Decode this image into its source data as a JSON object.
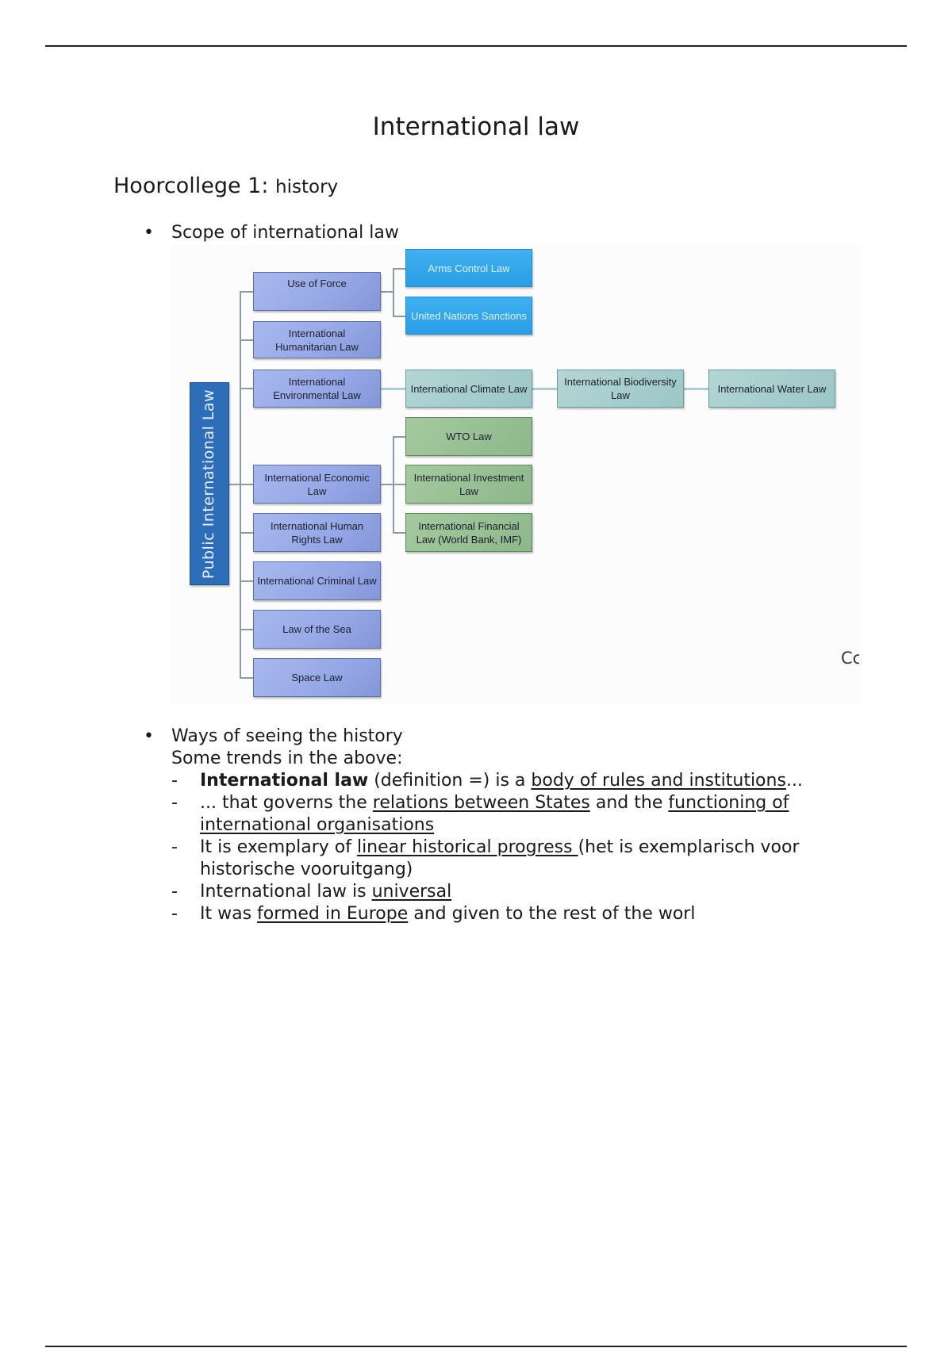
{
  "document": {
    "title": "International law",
    "lecture": {
      "heading": "Hoorcollege 1:",
      "subject": "history"
    },
    "bullets": [
      {
        "marker": "•",
        "text": "Scope of international law"
      },
      {
        "marker": "•",
        "text": "Ways of seeing the history"
      }
    ],
    "trends_intro": "Some trends in the above:",
    "trends": [
      {
        "marker": "-",
        "parts": [
          {
            "text": "International law",
            "style": "bold"
          },
          {
            "text": " (definition =) is a ",
            "style": "normal"
          },
          {
            "text": "body of rules and institutions",
            "style": "underline"
          },
          {
            "text": "...",
            "style": "normal"
          }
        ]
      },
      {
        "marker": "-",
        "parts": [
          {
            "text": "... that governs the ",
            "style": "normal"
          },
          {
            "text": "relations between States",
            "style": "underline"
          },
          {
            "text": " and the ",
            "style": "normal"
          },
          {
            "text": "functioning of international organisations",
            "style": "underline"
          }
        ]
      },
      {
        "marker": "-",
        "parts": [
          {
            "text": "It is exemplary of ",
            "style": "normal"
          },
          {
            "text": "linear historical progress ",
            "style": "underline"
          },
          {
            "text": "(het is exemplarisch voor historische vooruitgang)",
            "style": "normal"
          }
        ]
      },
      {
        "marker": "-",
        "parts": [
          {
            "text": "International law is ",
            "style": "normal"
          },
          {
            "text": "universal",
            "style": "underline"
          }
        ]
      },
      {
        "marker": "-",
        "parts": [
          {
            "text": "It was ",
            "style": "normal"
          },
          {
            "text": "formed in Europe",
            "style": "underline"
          },
          {
            "text": " and given to the rest of the worl",
            "style": "normal"
          }
        ]
      }
    ]
  },
  "diagram": {
    "root": "Public International Law",
    "branches": {
      "use_of_force": "Use of Force",
      "humanitarian": "International Humanitarian Law",
      "environmental": "International Environmental Law",
      "economic": "International Economic Law",
      "human_rights": "International Human Rights Law",
      "criminal": "International Criminal Law",
      "sea": "Law of the Sea",
      "space": "Space Law"
    },
    "use_of_force_children": {
      "arms": "Arms Control Law",
      "un": "United Nations Sanctions"
    },
    "environmental_children": {
      "climate": "International Climate Law",
      "biodiversity": "International Biodiversity Law",
      "water": "International Water Law"
    },
    "economic_children": {
      "wto": "WTO Law",
      "investment": "International Investment Law",
      "financial": "International Financial Law (World Bank, IMF)"
    },
    "cropped_label": "Cc",
    "colors": {
      "root": "#2e6db8",
      "branch": "#9aabe8",
      "force_children": "#2fa4ea",
      "environmental_children": "#a8cfcf",
      "economic_children": "#98c094"
    }
  }
}
